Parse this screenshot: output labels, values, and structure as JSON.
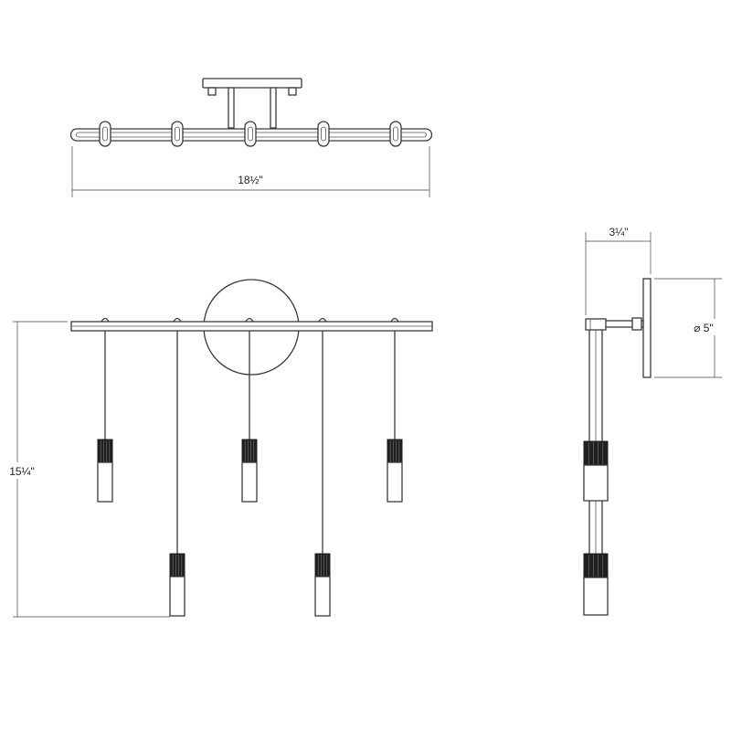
{
  "dimensions": {
    "top_width": "18½\"",
    "front_height": "15¼\"",
    "side_depth": "3¼\"",
    "canopy_diameter": "⌀ 5\""
  },
  "colors": {
    "line": "#3a3a3a",
    "shade_band": "#1f1f1f",
    "background": "#ffffff"
  }
}
